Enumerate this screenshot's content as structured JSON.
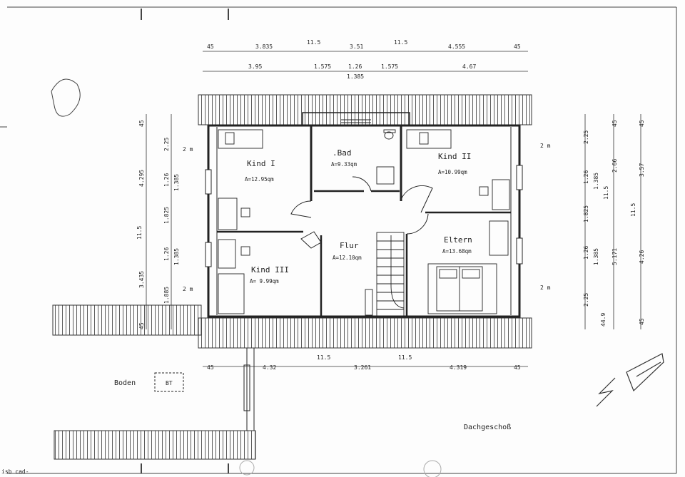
{
  "floor_title": "Dachgeschoß",
  "storage": {
    "label": "Boden",
    "tag": "BT"
  },
  "corner_text": "isb cad-",
  "rooms": {
    "kind1": {
      "name": "Kind I",
      "area": "A=12.95qm"
    },
    "bad": {
      "name": ".Bad",
      "area": "A=9.33qm"
    },
    "kind2": {
      "name": "Kind II",
      "area": "A=10.99qm"
    },
    "flur": {
      "name": "Flur",
      "area": "A=12.10qm"
    },
    "eltern": {
      "name": "Eltern",
      "area": "A=13.68qm"
    },
    "kind3": {
      "name": "Kind III",
      "area": "A= 9.99qm"
    }
  },
  "height_marks": {
    "h2m": "2 m"
  },
  "dims_top_row1": [
    "45",
    "3.835",
    "11.5",
    "3.51",
    "11.5",
    "4.555",
    "45"
  ],
  "dims_top_row2": [
    "3.95",
    "1.575",
    "1.26",
    "1.385",
    "1.575",
    "4.67"
  ],
  "dims_bottom": [
    "45",
    "4.32",
    "11.5",
    "3.261",
    "11.5",
    "4.319",
    "45"
  ],
  "dims_left_outer": [
    "45",
    "4.295",
    "11.5",
    "3.435",
    "45"
  ],
  "dims_left_inner": [
    "2.25",
    "1.26",
    "1.385",
    "1.825",
    "1.26",
    "1.385",
    "1.885"
  ],
  "dims_right_col1": [
    "2.25",
    "1.26",
    "1.385",
    "1.825",
    "1.26",
    "1.385",
    "2.25",
    "44.9"
  ],
  "dims_right_col2": [
    "45",
    "11.5",
    "5.171",
    "2.66"
  ],
  "dims_right_col3": [
    "45",
    "3.57",
    "11.5",
    "4.26",
    "45"
  ]
}
